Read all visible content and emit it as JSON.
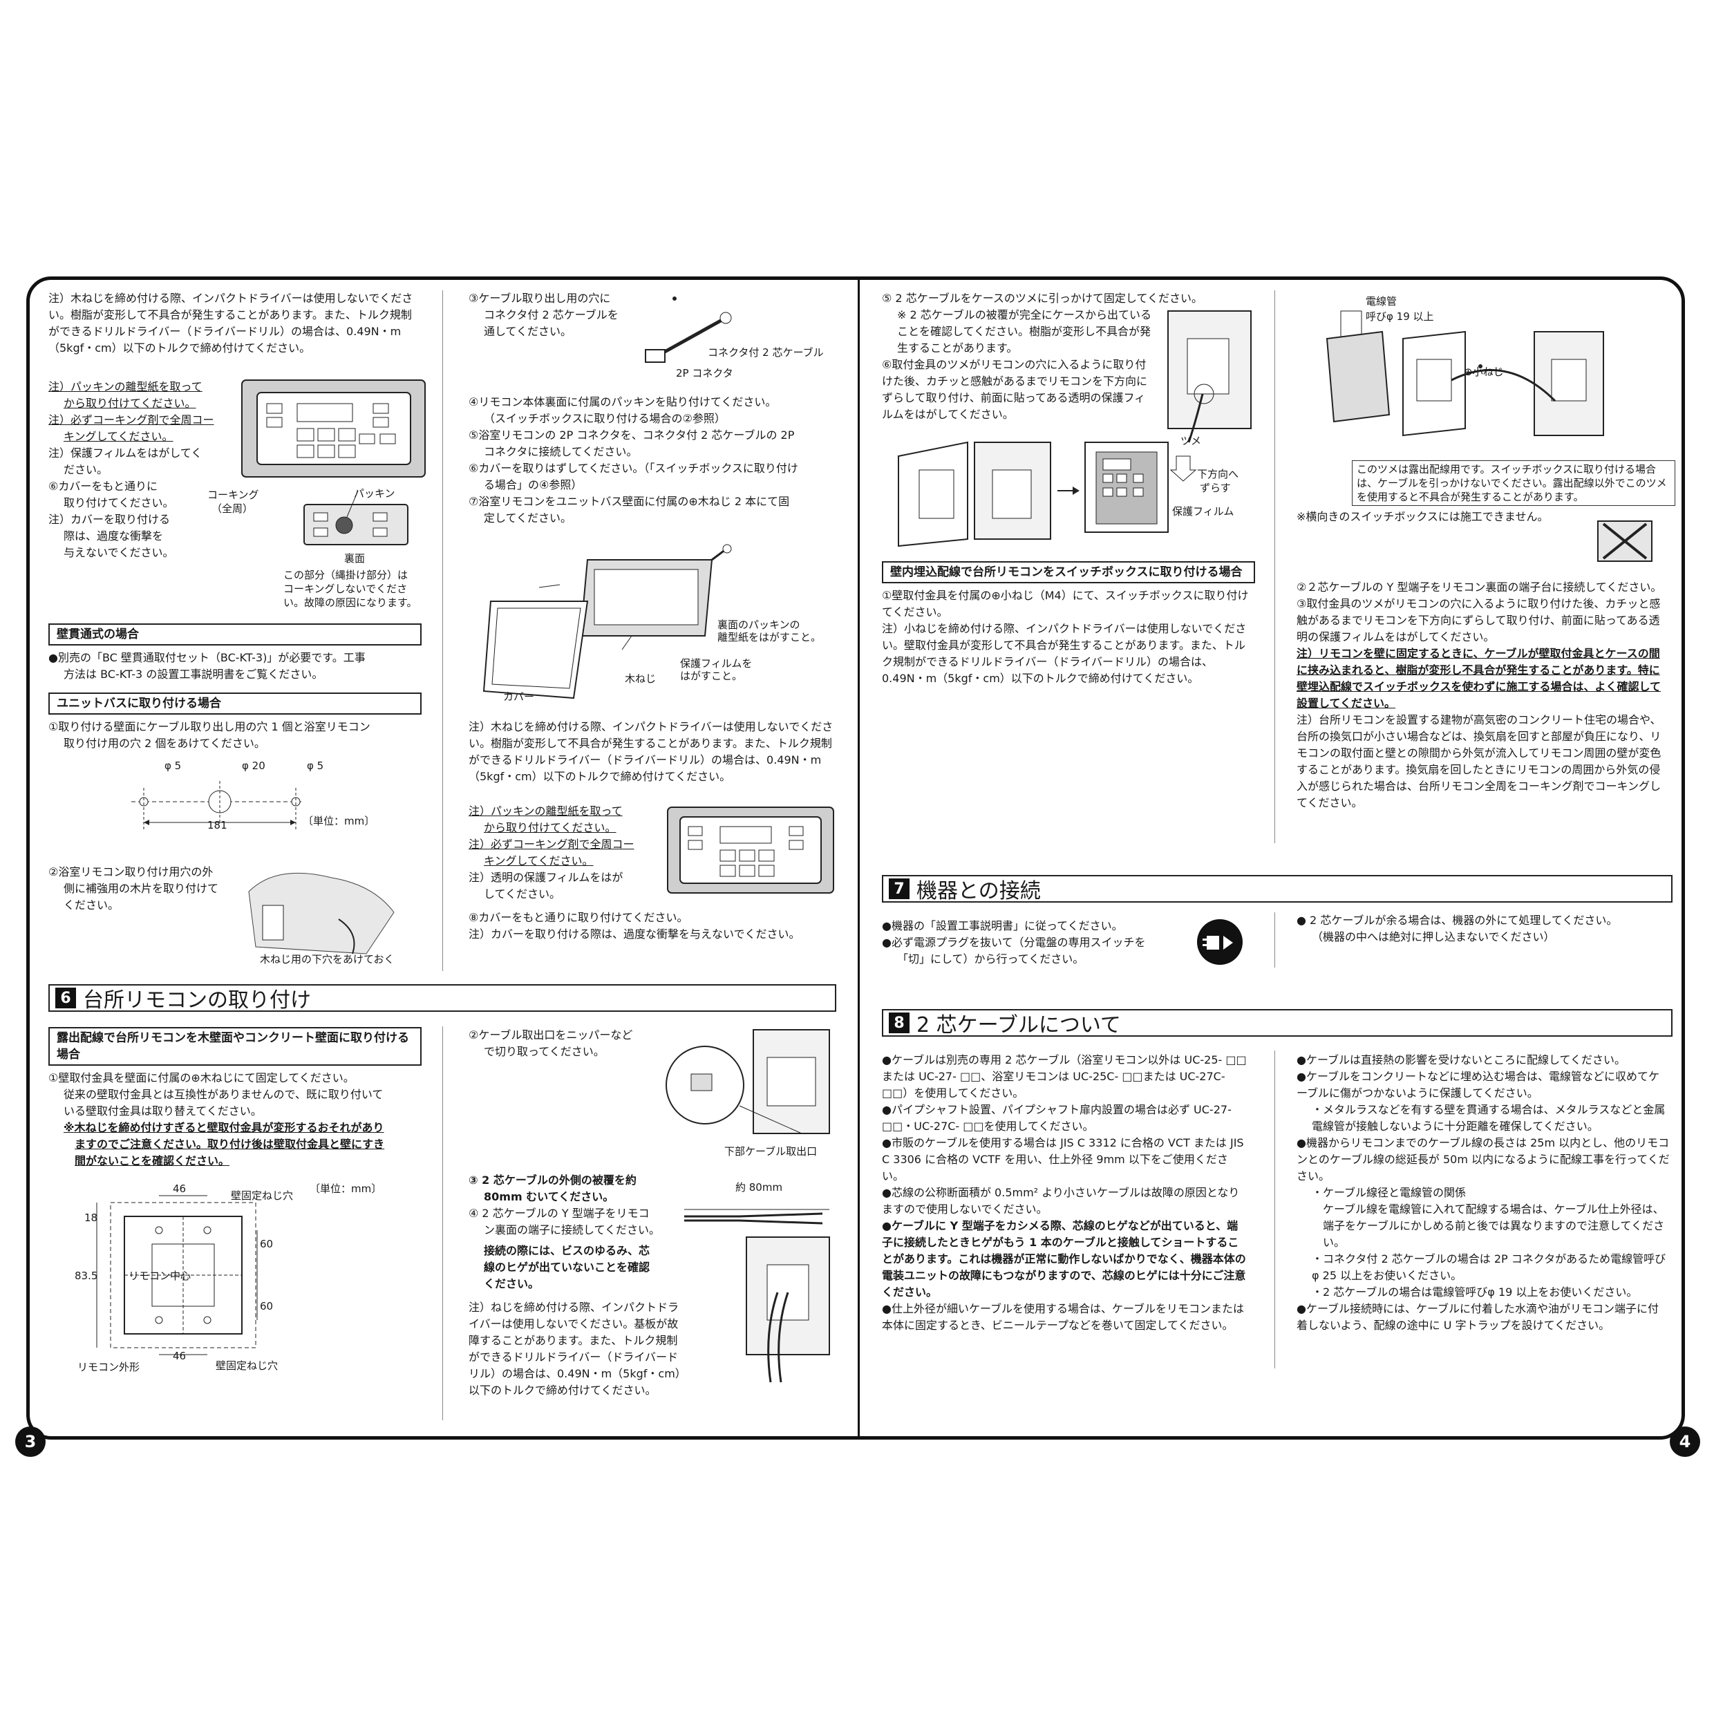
{
  "pages": {
    "left": "3",
    "right": "4"
  },
  "c1": {
    "top_note": [
      "注）木ねじを締め付ける際、インパクトドライバーは使用しないでください。樹脂が変形して不具合が発生することがあります。また、トルク規制ができるドリルドライバー（ドライバードリル）の場合は、0.49N・m（5kgf・cm）以下のトルクで締め付けてください。"
    ],
    "packing_1": "注）パッキンの離型紙を取って",
    "packing_2": "から取り付けてください。",
    "caulk_1": "注）必ずコーキング剤で全周コー",
    "caulk_2": "キングしてください。",
    "film_1": "注）保護フィルムをはがしてく",
    "film_2": "ださい。",
    "cover_1": "⑥カバーをもと通りに",
    "cover_2": "取り付けてください。",
    "cover_note_1": "注）カバーを取り付ける",
    "cover_note_2": "際は、過度な衝撃を",
    "cover_note_3": "与えないでください。",
    "lbl_caulking": "コーキング",
    "lbl_zenshu": "（全周）",
    "lbl_packing": "パッキン",
    "lbl_back": "裏面",
    "lbl_warn_1": "この部分（縄掛け部分）は",
    "lbl_warn_2": "コーキングしないでくださ",
    "lbl_warn_3": "い。故障の原因になります。",
    "wall_head": "壁貫通式の場合",
    "wall_body_1": "●別売の「BC 壁貫通取付セット（BC-KT-3)」が必要です。工事",
    "wall_body_2": "方法は BC-KT-3 の設置工事説明書をご覧ください。",
    "unit_head": "ユニットバスに取り付ける場合",
    "unit_1": "①取り付ける壁面にケーブル取り出し用の穴 1 個と浴室リモコン",
    "unit_2": "取り付け用の穴 2 個をあけてください。",
    "dim_phi5a": "φ 5",
    "dim_phi20": "φ 20",
    "dim_phi5b": "φ 5",
    "dim_181": "181",
    "dim_unit": "〔単位：mm〕",
    "wood_1": "②浴室リモコン取り付け用穴の外",
    "wood_2": "側に補強用の木片を取り付けて",
    "wood_3": "ください。",
    "wood_caption": "木ねじ用の下穴をあけておく"
  },
  "c2": {
    "s3_1": "③ケーブル取り出し用の穴に",
    "s3_2": "コネクタ付 2 芯ケーブルを",
    "s3_3": "通してください。",
    "lbl_cable": "コネクタ付 2 芯ケーブル",
    "lbl_2p": "2P コネクタ",
    "s4_1": "④リモコン本体裏面に付属のパッキンを貼り付けてください。",
    "s4_2": "（スイッチボックスに取り付ける場合の②参照）",
    "s5_1": "⑤浴室リモコンの 2P コネクタを、コネクタ付 2 芯ケーブルの 2P",
    "s5_2": "コネクタに接続してください。",
    "s6_1": "⑥カバーを取りはずしてください。（「スイッチボックスに取り付け",
    "s6_2": "る場合」の④参照）",
    "s7_1": "⑦浴室リモコンをユニットバス壁面に付属の⊕木ねじ 2 本にて固",
    "s7_2": "定してください。",
    "lbl_pk_1": "裏面のパッキンの",
    "lbl_pk_2": "離型紙をはがすこと。",
    "lbl_film_1": "保護フィルムを",
    "lbl_film_2": "はがすこと。",
    "lbl_screw": "木ねじ",
    "lbl_cover": "カバー",
    "note2": "注）木ねじを締め付ける際、インパクトドライバーは使用しないでください。樹脂が変形して不具合が発生することがあります。また、トルク規制ができるドリルドライバー（ドライバードリル）の場合は、0.49N・m（5kgf・cm）以下のトルクで締め付けてください。",
    "pk2_1": "注）パッキンの離型紙を取って",
    "pk2_2": "から取り付けてください。",
    "ck2_1": "注）必ずコーキング剤で全周コー",
    "ck2_2": "キングしてください。",
    "fl2_1": "注）透明の保護フィルムをはが",
    "fl2_2": "してください。",
    "s8": "⑧カバーをもと通りに取り付けてください。",
    "s8_note": "注）カバーを取り付ける際は、過度な衝撃を与えないでください。"
  },
  "sec6": {
    "num": "6",
    "title": "台所リモコンの取り付け",
    "head": "露出配線で台所リモコンを木壁面やコンクリート壁面に取り付ける場合",
    "p1_1": "①壁取付金具を壁面に付属の⊕木ねじにて固定してください。",
    "p1_2": "従来の壁取付金具とは互換性がありませんので、既に取り付いて",
    "p1_3": "いる壁取付金具は取り替えてください。",
    "bold_1": "※木ねじを締め付けすぎると壁取付金具が変形するおそれがあり",
    "bold_2": "ますのでご注意ください。取り付け後は壁取付金具と壁にすき",
    "bold_3": "間がないことを確認ください。",
    "d_unit": "〔単位：mm〕",
    "d_46a": "46",
    "d_46b": "46",
    "d_18": "18",
    "d_60a": "60",
    "d_60b": "60",
    "d_835": "83.5",
    "d_screw_a": "壁固定ねじ穴",
    "d_screw_b": "壁固定ねじ穴",
    "d_center": "リモコン中心",
    "d_outline": "リモコン外形",
    "r2_1": "②ケーブル取出口をニッパーなど",
    "r2_2": "で切り取ってください。",
    "r_cable_out": "下部ケーブル取出口",
    "r3_1": "③ 2 芯ケーブルの外側の被覆を約",
    "r3_2": "80mm むいてください。",
    "r_80": "約 80mm",
    "r4_1": "④ 2 芯ケーブルの Y 型端子をリモコ",
    "r4_2": "ン裏面の端子に接続してください。",
    "r_b1": "接続の際には、ビスのゆるみ、芯",
    "r_b2": "線のヒゲが出ていないことを確認",
    "r_b3": "ください。",
    "r_note": "注）ねじを締め付ける際、インパクトドライバーは使用しないでください。基板が故障することがあります。また、トルク規制ができるドリルドライバー（ドライバードリル）の場合は、0.49N・m（5kgf・cm）以下のトルクで締め付けてください。"
  },
  "c3": {
    "s5": "⑤ 2 芯ケーブルをケースのツメに引っかけて固定してください。",
    "s5_n": "※ 2 芯ケーブルの被覆が完全にケースから出ていることを確認してください。樹脂が変形し不具合が発生することがあります。",
    "s6": "⑥取付金具のツメがリモコンの穴に入るように取り付けた後、カチッと感触があるまでリモコンを下方向にずらして取り付け、前面に貼ってある透明の保護フィルムをはがしてください。",
    "lbl_tsume": "ツメ",
    "lbl_down_1": "下方向へ",
    "lbl_down_2": "ずらす",
    "lbl_film": "保護フィルム",
    "head": "壁内埋込配線で台所リモコンをスイッチボックスに取り付ける場合",
    "p1": "①壁取付金具を付属の⊕小ねじ（M4）にて、スイッチボックスに取り付けてください。",
    "p1_n": "注）小ねじを締め付ける際、インパクトドライバーは使用しないでください。壁取付金具が変形して不具合が発生することがあります。また、トルク規制ができるドリルドライバー（ドライバードリル）の場合は、0.49N・m（5kgf・cm）以下のトルクで締め付けてください。"
  },
  "c4": {
    "lbl_conduit": "電線管",
    "lbl_conduit_2": "呼びφ 19 以上",
    "lbl_screw": "⊕小ねじ",
    "box_note": "このツメは露出配線用です。スイッチボックスに取り付ける場合は、ケーブルを引っかけないでください。露出配線以外でこのツメを使用すると不具合が発生することがあります。",
    "horiz": "※横向きのスイッチボックスには施工できません。",
    "p2": "②２芯ケーブルの Y 型端子をリモコン裏面の端子台に接続してください。",
    "p3": "③取付金具のツメがリモコンの穴に入るように取り付けた後、カチッと感触があるまでリモコンを下方向にずらして取り付け、前面に貼ってある透明の保護フィルムをはがしてください。",
    "warn": "注）リモコンを壁に固定するときに、ケーブルが壁取付金具とケースの間に挟み込まれると、樹脂が変形し不具合が発生することがあります。特に壁埋込配線でスイッチボックスを使わずに施工する場合は、よく確認して設置してください。",
    "note": "注）台所リモコンを設置する建物が高気密のコンクリート住宅の場合や、台所の換気口が小さい場合などは、換気扇を回すと部屋が負圧になり、リモコンの取付面と壁との隙間から外気が流入してリモコン周囲の壁が変色することがあります。換気扇を回したときにリモコンの周囲から外気の侵入が感じられた場合は、台所リモコン全周をコーキング剤でコーキングしてください。"
  },
  "sec7": {
    "num": "7",
    "title": "機器との接続",
    "l1": "●機器の「設置工事説明書」に従ってください。",
    "l2": "●必ず電源プラグを抜いて（分電盤の専用スイッチを",
    "l3": "「切」にして）から行ってください。",
    "r1": "● 2 芯ケーブルが余る場合は、機器の外にて処理してください。",
    "r2": "（機器の中へは絶対に押し込まないでください）"
  },
  "sec8": {
    "num": "8",
    "title": "2 芯ケーブルについて",
    "left": [
      "●ケーブルは別売の専用 2 芯ケーブル（浴室リモコン以外は UC-25- □□または UC-27- □□、浴室リモコンは UC-25C- □□または UC-27C- □□）を使用してください。",
      "●パイプシャフト設置、パイプシャフト扉内設置の場合は必ず UC-27- □□・UC-27C- □□を使用してください。",
      "●市販のケーブルを使用する場合は JIS C 3312 に合格の VCT または JIS C 3306 に合格の VCTF を用い、仕上外径 9mm 以下をご使用ください。",
      "●芯線の公称断面積が 0.5mm² より小さいケーブルは故障の原因となりますので使用しないでください。",
      "●ケーブルに Y 型端子をカシメる際、芯線のヒゲなどが出ていると、端子に接続したときヒゲがもう 1 本のケーブルと接触してショートすることがあります。これは機器が正常に動作しないばかりでなく、機器本体の電装ユニットの故障にもつながりますので、芯線のヒゲには十分にご注意ください。",
      "●仕上外径が細いケーブルを使用する場合は、ケーブルをリモコンまたは本体に固定するとき、ビニールテープなどを巻いて固定してください。"
    ],
    "right": [
      "●ケーブルは直接熱の影響を受けないところに配線してください。",
      "●ケーブルをコンクリートなどに埋め込む場合は、電線管などに収めてケーブルに傷がつかないように保護してください。",
      "・メタルラスなどを有する壁を貫通する場合は、メタルラスなどと金属電線管が接触しないように十分距離を確保してください。",
      "●機器からリモコンまでのケーブル線の長さは 25m 以内とし、他のリモコンとのケーブル線の総延長が 50m 以内になるように配線工事を行ってください。",
      "・ケーブル線径と電線管の関係",
      "ケーブル線を電線管に入れて配線する場合は、ケーブル仕上外径は、端子をケーブルにかしめる前と後では異なりますので注意してください。",
      "・コネクタ付 2 芯ケーブルの場合は 2P コネクタがあるため電線管呼びφ 25 以上をお使いください。",
      "・2 芯ケーブルの場合は電線管呼びφ 19 以上をお使いください。",
      "●ケーブル接続時には、ケーブルに付着した水滴や油がリモコン端子に付着しないよう、配線の途中に U 字トラップを設けてください。"
    ]
  }
}
